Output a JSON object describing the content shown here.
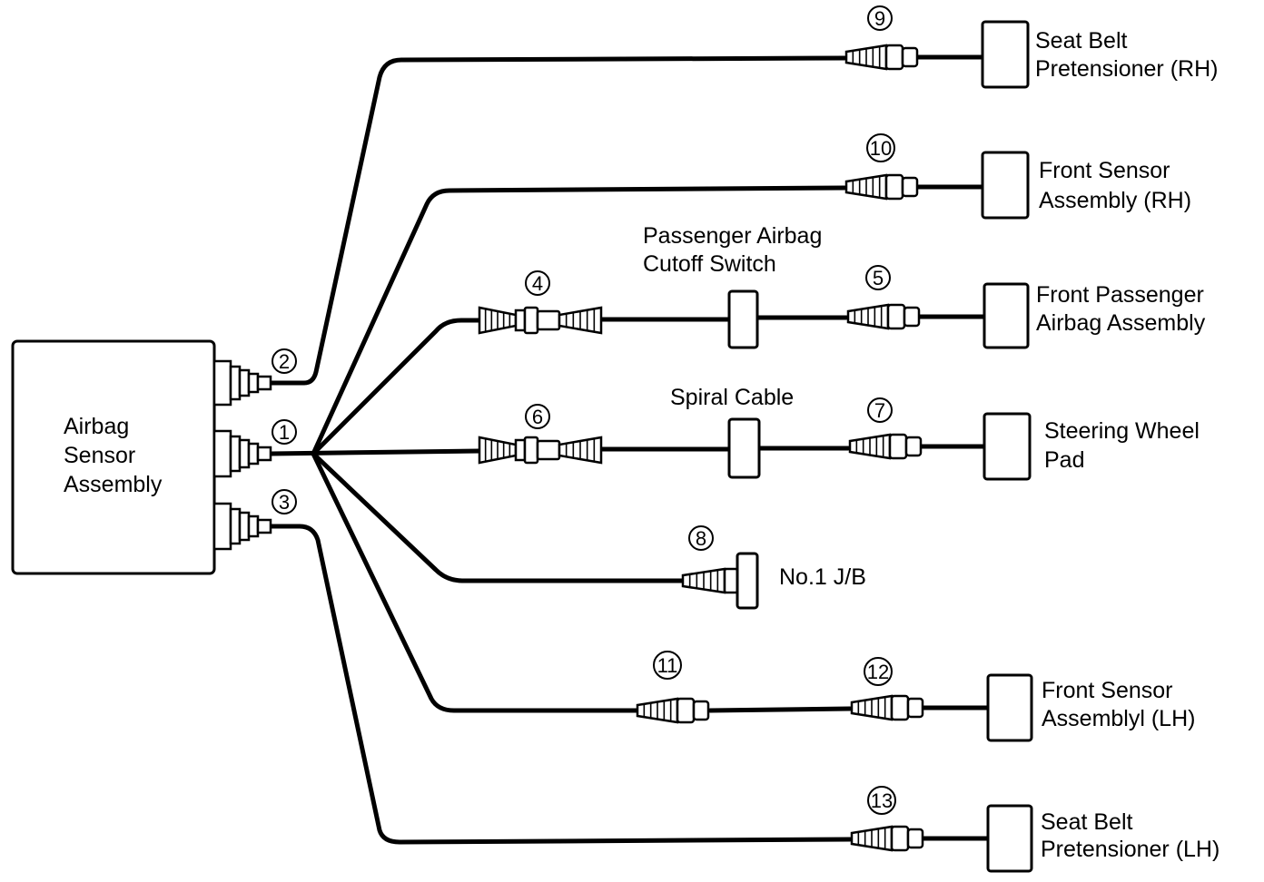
{
  "sensor_assembly": {
    "lines": [
      "Airbag",
      "Sensor",
      "Assembly"
    ]
  },
  "connector_numbers": [
    "1",
    "2",
    "3",
    "4",
    "5",
    "6",
    "7",
    "8",
    "9",
    "10",
    "11",
    "12",
    "13"
  ],
  "components": {
    "seat_belt_rh": [
      "Seat Belt",
      "Pretensioner (RH)"
    ],
    "front_sensor_rh": [
      "Front Sensor",
      "Assembly (RH)"
    ],
    "cutoff_switch": [
      "Passenger Airbag",
      "Cutoff Switch"
    ],
    "front_passenger_airbag": [
      "Front Passenger",
      "Airbag Assembly"
    ],
    "spiral_cable": "Spiral Cable",
    "steering_wheel_pad": [
      "Steering Wheel",
      "Pad"
    ],
    "junction_block": "No.1 J/B",
    "front_sensor_lh": [
      "Front Sensor",
      "Assemblyl (LH)"
    ],
    "seat_belt_lh": [
      "Seat Belt",
      "Pretensioner (LH)"
    ]
  }
}
